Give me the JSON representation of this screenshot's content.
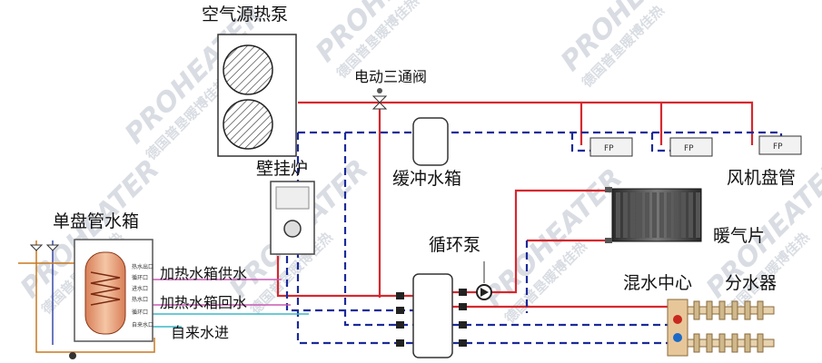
{
  "labels": {
    "air_source_heat_pump": "空气源热泵",
    "electric_three_way_valve": "电动三通阀",
    "wall_hung_boiler": "壁挂炉",
    "buffer_tank": "缓冲水箱",
    "fan_coil": "风机盘管",
    "single_coil_tank": "单盘管水箱",
    "heating_tank_supply": "加热水箱供水",
    "heating_tank_return": "加热水箱回水",
    "tap_water_in": "自来水进",
    "circulation_pump": "循环泵",
    "radiator": "暖气片",
    "mixing_center": "混水中心",
    "manifold": "分水器",
    "fan_coil_tag": "FP",
    "tank_side_labels": [
      "热水出口",
      "循环口",
      "进水口",
      "热水口",
      "循环口",
      "自来水口"
    ]
  },
  "watermark": {
    "brand": "PROHEATER",
    "brand_cn": "德国普垦暖博佳热"
  },
  "colors": {
    "supply_pipe": "#d6282e",
    "return_pipe": "#1b2a9a",
    "magenta_line": "#c85ab4",
    "cyan_line": "#3ab8c8",
    "orange_line": "#c8781e",
    "watermark": "#d9dde3"
  }
}
